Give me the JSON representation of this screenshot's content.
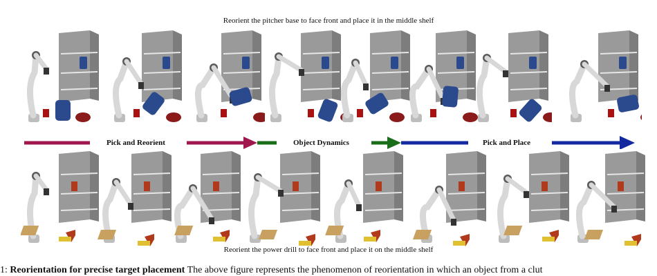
{
  "captions": {
    "top": "Reorient the pitcher base to face front and place it in the middle shelf",
    "bottom": "Reorient the power drill to face front and place it on the middle shelf"
  },
  "stages": [
    {
      "label": "Pick and Reorient",
      "color": "#a0174d"
    },
    {
      "label": "Object Dynamics",
      "color": "#1a6e1a"
    },
    {
      "label": "Pick and Place",
      "color": "#1428a0"
    }
  ],
  "figure_caption": {
    "prefix": "1: ",
    "bold": "Reorientation for precise target placement",
    "text": " The above figure represents the phenomenon of reorientation in which an object from a clut"
  },
  "colors": {
    "shelf": "#9a9a9a",
    "robot": "#d8d8d8",
    "pitcher": "#2b4a8e",
    "drill": "#b23a1c",
    "box": "#c8a060",
    "bowl": "#8b1a1a"
  }
}
